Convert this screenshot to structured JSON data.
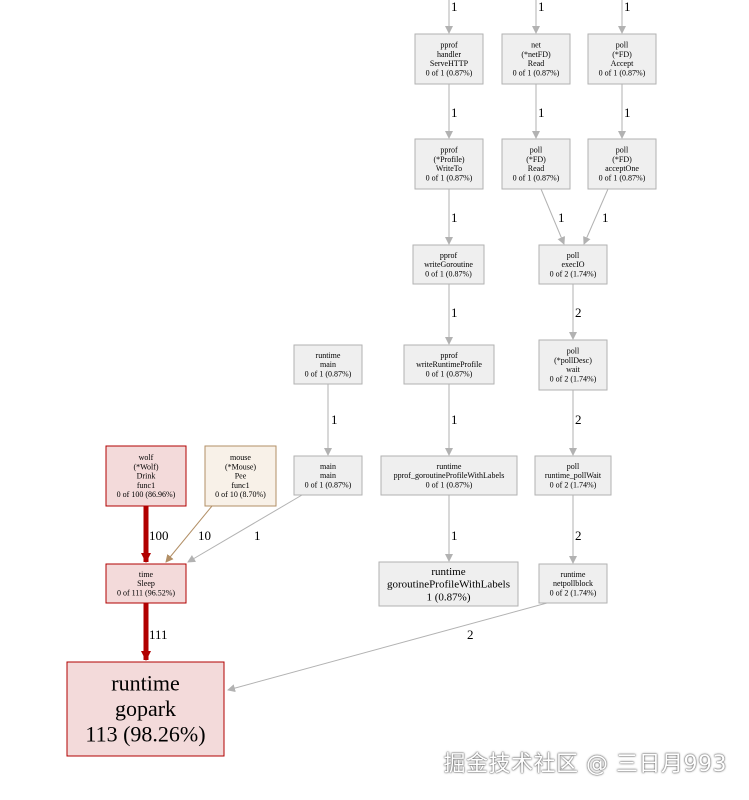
{
  "colors": {
    "gray_fill": "#efefef",
    "gray_border": "#b2b2b2",
    "gray_edge": "#b2b2b2",
    "red_fill": "#f3dada",
    "red_border": "#b10000",
    "red_edge": "#b10000",
    "tan_fill": "#f8f1e8",
    "tan_border": "#b28f66",
    "tan_edge": "#b28f66"
  },
  "nodes": [
    {
      "id": "pprof_serve",
      "lines": [
        "pprof",
        "handler",
        "ServeHTTP",
        "0 of 1 (0.87%)"
      ],
      "style": "gray"
    },
    {
      "id": "net_read",
      "lines": [
        "net",
        "(*netFD)",
        "Read",
        "0 of 1 (0.87%)"
      ],
      "style": "gray"
    },
    {
      "id": "poll_accept",
      "lines": [
        "poll",
        "(*FD)",
        "Accept",
        "0 of 1 (0.87%)"
      ],
      "style": "gray"
    },
    {
      "id": "pprof_writeto",
      "lines": [
        "pprof",
        "(*Profile)",
        "WriteTo",
        "0 of 1 (0.87%)"
      ],
      "style": "gray"
    },
    {
      "id": "poll_read",
      "lines": [
        "poll",
        "(*FD)",
        "Read",
        "0 of 1 (0.87%)"
      ],
      "style": "gray"
    },
    {
      "id": "poll_acceptone",
      "lines": [
        "poll",
        "(*FD)",
        "acceptOne",
        "0 of 1 (0.87%)"
      ],
      "style": "gray"
    },
    {
      "id": "pprof_writegoroutine",
      "lines": [
        "pprof",
        "writeGoroutine",
        "0 of 1 (0.87%)"
      ],
      "style": "gray"
    },
    {
      "id": "poll_execio",
      "lines": [
        "poll",
        "execIO",
        "0 of 2 (1.74%)"
      ],
      "style": "gray"
    },
    {
      "id": "runtime_main",
      "lines": [
        "runtime",
        "main",
        "0 of 1 (0.87%)"
      ],
      "style": "gray"
    },
    {
      "id": "pprof_writeruntime",
      "lines": [
        "pprof",
        "writeRuntimeProfile",
        "0 of 1 (0.87%)"
      ],
      "style": "gray"
    },
    {
      "id": "poll_wait",
      "lines": [
        "poll",
        "(*pollDesc)",
        "wait",
        "0 of 2 (1.74%)"
      ],
      "style": "gray"
    },
    {
      "id": "wolf",
      "lines": [
        "wolf",
        "(*Wolf)",
        "Drink",
        "func1",
        "0 of 100 (86.96%)"
      ],
      "style": "red"
    },
    {
      "id": "mouse",
      "lines": [
        "mouse",
        "(*Mouse)",
        "Pee",
        "func1",
        "0 of 10 (8.70%)"
      ],
      "style": "tan"
    },
    {
      "id": "main_main",
      "lines": [
        "main",
        "main",
        "0 of 1 (0.87%)"
      ],
      "style": "gray"
    },
    {
      "id": "runtime_pgwl",
      "lines": [
        "runtime",
        "pprof_goroutineProfileWithLabels",
        "0 of 1 (0.87%)"
      ],
      "style": "gray"
    },
    {
      "id": "poll_runtime_wait",
      "lines": [
        "poll",
        "runtime_pollWait",
        "0 of 2 (1.74%)"
      ],
      "style": "gray"
    },
    {
      "id": "time_sleep",
      "lines": [
        "time",
        "Sleep",
        "0 of 111 (96.52%)"
      ],
      "style": "red"
    },
    {
      "id": "runtime_gpwl",
      "lines": [
        "runtime",
        "goroutineProfileWithLabels",
        "1 (0.87%)"
      ],
      "style": "gray"
    },
    {
      "id": "runtime_netpollblock",
      "lines": [
        "runtime",
        "netpollblock",
        "0 of 2 (1.74%)"
      ],
      "style": "gray"
    },
    {
      "id": "runtime_gopark",
      "lines": [
        "runtime",
        "gopark",
        "113 (98.26%)"
      ],
      "style": "red"
    }
  ],
  "edges": [
    {
      "from": null,
      "to": "pprof_serve",
      "label": "1",
      "style": "gray"
    },
    {
      "from": null,
      "to": "net_read",
      "label": "1",
      "style": "gray"
    },
    {
      "from": null,
      "to": "poll_accept",
      "label": "1",
      "style": "gray"
    },
    {
      "from": "pprof_serve",
      "to": "pprof_writeto",
      "label": "1",
      "style": "gray"
    },
    {
      "from": "net_read",
      "to": "poll_read",
      "label": "1",
      "style": "gray"
    },
    {
      "from": "poll_accept",
      "to": "poll_acceptone",
      "label": "1",
      "style": "gray"
    },
    {
      "from": "pprof_writeto",
      "to": "pprof_writegoroutine",
      "label": "1",
      "style": "gray"
    },
    {
      "from": "poll_read",
      "to": "poll_execio",
      "label": "1",
      "style": "gray"
    },
    {
      "from": "poll_acceptone",
      "to": "poll_execio",
      "label": "1",
      "style": "gray"
    },
    {
      "from": "pprof_writegoroutine",
      "to": "pprof_writeruntime",
      "label": "1",
      "style": "gray"
    },
    {
      "from": "poll_execio",
      "to": "poll_wait",
      "label": "2",
      "style": "gray"
    },
    {
      "from": "runtime_main",
      "to": "main_main",
      "label": "1",
      "style": "gray"
    },
    {
      "from": "pprof_writeruntime",
      "to": "runtime_pgwl",
      "label": "1",
      "style": "gray"
    },
    {
      "from": "poll_wait",
      "to": "poll_runtime_wait",
      "label": "2",
      "style": "gray"
    },
    {
      "from": "wolf",
      "to": "time_sleep",
      "label": "100",
      "style": "red"
    },
    {
      "from": "mouse",
      "to": "time_sleep",
      "label": "10",
      "style": "tan"
    },
    {
      "from": "main_main",
      "to": "time_sleep",
      "label": "1",
      "style": "gray"
    },
    {
      "from": "runtime_pgwl",
      "to": "runtime_gpwl",
      "label": "1",
      "style": "gray"
    },
    {
      "from": "poll_runtime_wait",
      "to": "runtime_netpollblock",
      "label": "2",
      "style": "gray"
    },
    {
      "from": "time_sleep",
      "to": "runtime_gopark",
      "label": "111",
      "style": "red"
    },
    {
      "from": "runtime_netpollblock",
      "to": "runtime_gopark",
      "label": "2",
      "style": "gray"
    }
  ],
  "watermark": "掘金技术社区 @ 三日月993"
}
